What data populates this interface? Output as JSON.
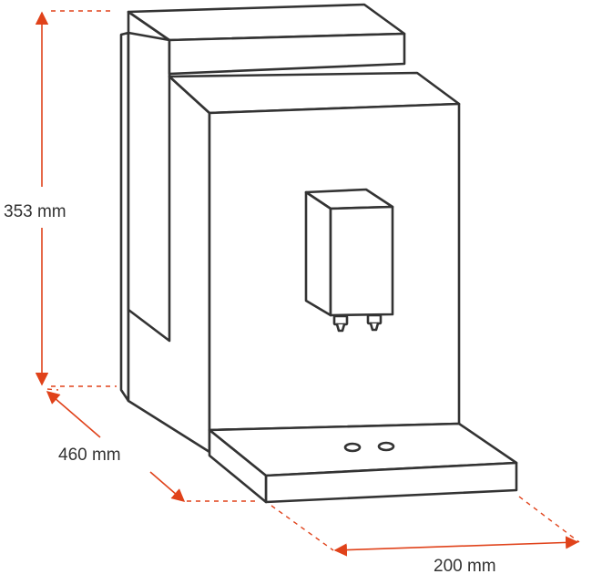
{
  "dimensions": {
    "height": "353 mm",
    "depth": "460 mm",
    "width": "200 mm"
  },
  "colors": {
    "dimension": "#e0421a",
    "outline": "#333333",
    "background": "#ffffff"
  }
}
